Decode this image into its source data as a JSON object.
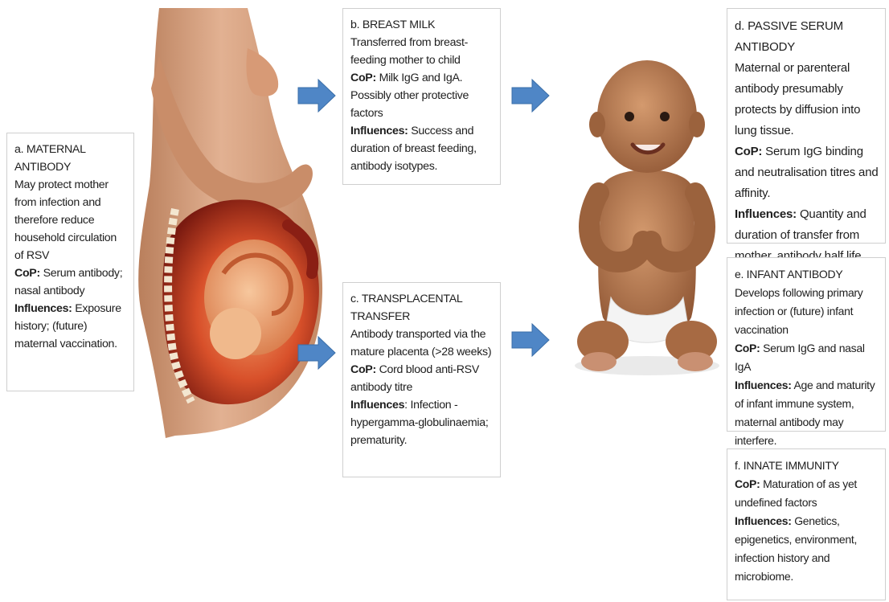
{
  "boxes": {
    "a": {
      "heading": "a. MATERNAL ANTIBODY",
      "body": "May protect mother from infection and therefore reduce household circulation of RSV",
      "cop_label": "CoP:",
      "cop": "Serum antibody; nasal antibody",
      "influences_label": "Influences:",
      "influences": "Exposure history; (future) maternal vaccination."
    },
    "b": {
      "heading": "b. BREAST MILK",
      "body": "Transferred from breast-feeding mother to child",
      "cop_label": "CoP:",
      "cop": "Milk IgG and IgA. Possibly other protective factors",
      "influences_label": "Influences:",
      "influences": "Success and duration of breast feeding, antibody isotypes."
    },
    "c": {
      "heading": "c. TRANSPLACENTAL TRANSFER",
      "body": "Antibody transported via the mature placenta (>28 weeks)",
      "cop_label": "CoP:",
      "cop": "Cord blood anti-RSV antibody titre",
      "influences_label": "Influences",
      "influences": ": Infection - hypergamma-globulinaemia; prematurity."
    },
    "d": {
      "heading": "d. PASSIVE SERUM ANTIBODY",
      "body": "Maternal or parenteral antibody presumably protects by diffusion into lung tissue.",
      "cop_label": "CoP:",
      "cop": "Serum IgG binding and neutralisation titres and affinity.",
      "influences_label": "Influences:",
      "influences": "Quantity and duration of transfer from mother,  antibody half life."
    },
    "e": {
      "heading": "e. INFANT ANTIBODY",
      "body": "Develops following primary infection or (future) infant vaccination",
      "cop_label": "CoP:",
      "cop": "Serum IgG and nasal IgA",
      "influences_label": "Influences:",
      "influences": "Age and maturity of infant immune system, maternal antibody may interfere."
    },
    "f": {
      "heading": "f. INNATE IMMUNITY",
      "cop_label": "CoP:",
      "cop": "Maturation of as yet undefined factors",
      "influences_label": "Influences:",
      "influences": "Genetics, epigenetics, environment, infection history and microbiome."
    }
  },
  "colors": {
    "arrow_fill": "#4f86c6",
    "arrow_stroke": "#3a6ea8",
    "box_border": "#cfcfcf",
    "skin": "#d9a27f",
    "baby_skin": "#b77a52"
  },
  "images": {
    "mother": "pregnant-mother-with-fetus-cutaway",
    "infant": "seated-smiling-infant"
  }
}
